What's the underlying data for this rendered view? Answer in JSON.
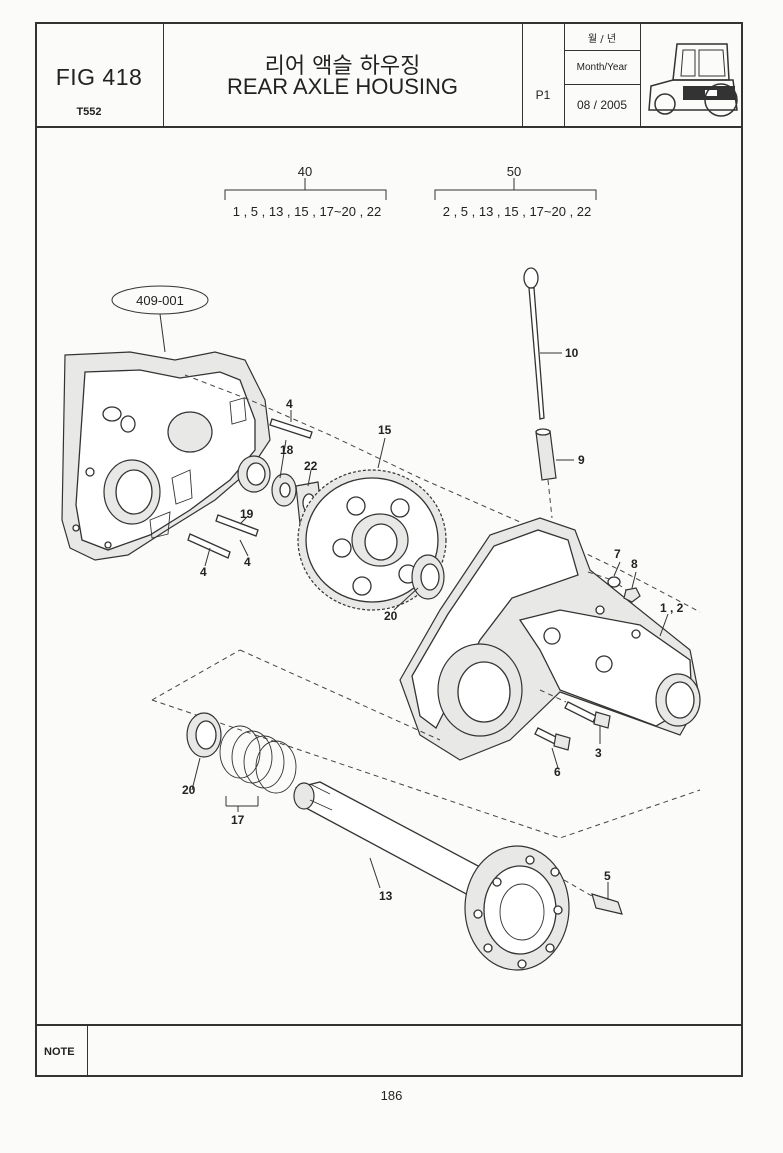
{
  "header": {
    "fig_no": "FIG 418",
    "model": "T552",
    "title_ko": "리어 액슬 하우징",
    "title_en": "REAR AXLE HOUSING",
    "page": "P1",
    "date_label_ko": "월 / 년",
    "date_label_en": "Month/Year",
    "date_value": "08 / 2005"
  },
  "groups": [
    {
      "number": "40",
      "parts": "1 , 5 , 13 , 15 , 17~20 , 22"
    },
    {
      "number": "50",
      "parts": "2 , 5 , 13 , 15 , 17~20 , 22"
    }
  ],
  "reference": "409-001",
  "callouts": [
    "10",
    "9",
    "4",
    "18",
    "22",
    "15",
    "19",
    "4",
    "4",
    "7",
    "8",
    "1 , 2",
    "20",
    "3",
    "6",
    "20",
    "17",
    "13",
    "5"
  ],
  "note_label": "NOTE",
  "page_number": "186"
}
